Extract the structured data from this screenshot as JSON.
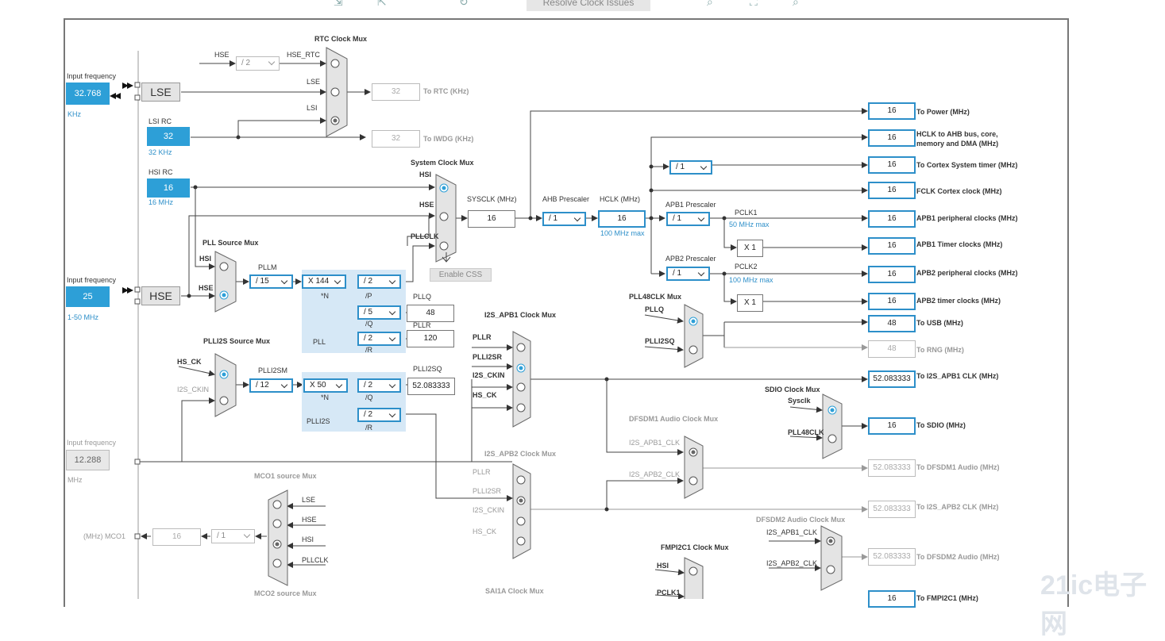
{
  "toolbar": {
    "resolve_label": "Resolve Clock Issues"
  },
  "mux_titles": {
    "rtc": "RTC Clock Mux",
    "system": "System Clock Mux",
    "pll_source": "PLL Source Mux",
    "plli2s_source": "PLLI2S Source Mux",
    "i2s_apb1": "I2S_APB1 Clock Mux",
    "i2s_apb2": "I2S_APB2 Clock Mux",
    "pll48clk": "PLL48CLK Mux",
    "sdio": "SDIO Clock Mux",
    "dfsdm1": "DFSDM1 Audio Clock Mux",
    "dfsdm2": "DFSDM2 Audio Clock Mux",
    "mco1": "MCO1 source Mux",
    "mco2": "MCO2 source Mux",
    "fmpi2c1": "FMPI2C1 Clock Mux",
    "sai1a": "SAI1A Clock Mux"
  },
  "lse": {
    "title": "Input frequency",
    "value": "32.768",
    "unit": "KHz",
    "label": "LSE"
  },
  "lsi": {
    "title": "LSI RC",
    "value": "32",
    "unit": "32 KHz"
  },
  "hsi": {
    "title": "HSI RC",
    "value": "16",
    "unit": "16 MHz"
  },
  "hse": {
    "title": "Input frequency",
    "value": "25",
    "unit": "1-50 MHz",
    "label": "HSE"
  },
  "ext": {
    "title": "Input frequency",
    "value": "12.288",
    "unit": "MHz"
  },
  "rtc": {
    "hse": "HSE",
    "div": "/ 2",
    "hse_rtc": "HSE_RTC",
    "lse": "LSE",
    "lsi": "LSI",
    "rtc_value": "32",
    "rtc_label": "To RTC (KHz)",
    "iwdg_value": "32",
    "iwdg_label": "To IWDG (KHz)"
  },
  "sys": {
    "hsi": "HSI",
    "hse": "HSE",
    "pllclk": "PLLCLK",
    "sysclk_label": "SYSCLK (MHz)",
    "sysclk": "16",
    "ahb_label": "AHB Prescaler",
    "ahb": "/ 1",
    "hclk_label": "HCLK (MHz)",
    "hclk": "16",
    "hclk_max": "100 MHz max",
    "css": "Enable CSS"
  },
  "pll": {
    "hsi": "HSI",
    "hse": "HSE",
    "pllm_label": "PLLM",
    "pllm": "/ 15",
    "n": "X 144",
    "n_label": "*N",
    "p": "/ 2",
    "p_label": "/P",
    "q": "/ 5",
    "q_label": "/Q",
    "r": "/ 2",
    "r_label": "/R",
    "pllq_label": "PLLQ",
    "pllq": "48",
    "pllr_label": "PLLR",
    "pllr": "120",
    "name": "PLL"
  },
  "plli2s": {
    "hs_ck": "HS_CK",
    "i2s_ckin": "I2S_CKIN",
    "m_label": "PLLI2SM",
    "m": "/ 12",
    "n": "X 50",
    "n_label": "*N",
    "q": "/ 2",
    "q_label": "/Q",
    "r": "/ 2",
    "r_label": "/R",
    "sq_label": "PLLI2SQ",
    "sq": "52.083333",
    "name": "PLLI2S"
  },
  "apb": {
    "apb1_label": "APB1 Prescaler",
    "apb1": "/ 1",
    "pclk1": "PCLK1",
    "pclk1_max": "50 MHz max",
    "x1a": "X 1",
    "apb2_label": "APB2 Prescaler",
    "apb2": "/ 1",
    "pclk2": "PCLK2",
    "pclk2_max": "100 MHz max",
    "x1b": "X 1",
    "cortex_div": "/ 1"
  },
  "outputs": [
    {
      "value": "16",
      "label": "To Power (MHz)"
    },
    {
      "value": "16",
      "label": "HCLK to AHB bus, core,",
      "label2": "memory and DMA (MHz)"
    },
    {
      "value": "16",
      "label": "To Cortex System timer (MHz)"
    },
    {
      "value": "16",
      "label": "FCLK Cortex clock (MHz)"
    },
    {
      "value": "16",
      "label": "APB1 peripheral clocks (MHz)"
    },
    {
      "value": "16",
      "label": "APB1 Timer clocks (MHz)"
    },
    {
      "value": "16",
      "label": "APB2 peripheral clocks (MHz)"
    },
    {
      "value": "16",
      "label": "APB2 timer clocks (MHz)"
    },
    {
      "value": "48",
      "label": "To USB (MHz)"
    },
    {
      "value": "48",
      "label": "To RNG (MHz)"
    },
    {
      "value": "52.083333",
      "label": "To I2S_APB1 CLK (MHz)"
    },
    {
      "value": "16",
      "label": "To SDIO (MHz)"
    },
    {
      "value": "52.083333",
      "label": "To DFSDM1 Audio (MHz)"
    },
    {
      "value": "52.083333",
      "label": "To I2S_APB2 CLK (MHz)"
    },
    {
      "value": "52.083333",
      "label": "To DFSDM2 Audio (MHz)"
    },
    {
      "value": "16",
      "label": "To FMPI2C1 (MHz)"
    }
  ],
  "mux_inputs": {
    "pll48": [
      "PLLQ",
      "PLLI2SQ"
    ],
    "i2s1": [
      "PLLR",
      "PLLI2SR",
      "I2S_CKIN",
      "HS_CK"
    ],
    "i2s2": [
      "PLLR",
      "PLLI2SR",
      "I2S_CKIN",
      "HS_CK"
    ],
    "sdio": [
      "Sysclk",
      "PLL48CLK"
    ],
    "dfsdm1": [
      "I2S_APB1_CLK",
      "I2S_APB2_CLK"
    ],
    "dfsdm2": [
      "I2S_APB1_CLK",
      "I2S_APB2_CLK"
    ],
    "mco1": [
      "LSE",
      "HSE",
      "HSI",
      "PLLCLK"
    ],
    "fmpi2c": [
      "HSI",
      "PCLK1"
    ]
  },
  "mco1": {
    "label": "(MHz) MCO1",
    "value": "16",
    "div": "/ 1"
  }
}
